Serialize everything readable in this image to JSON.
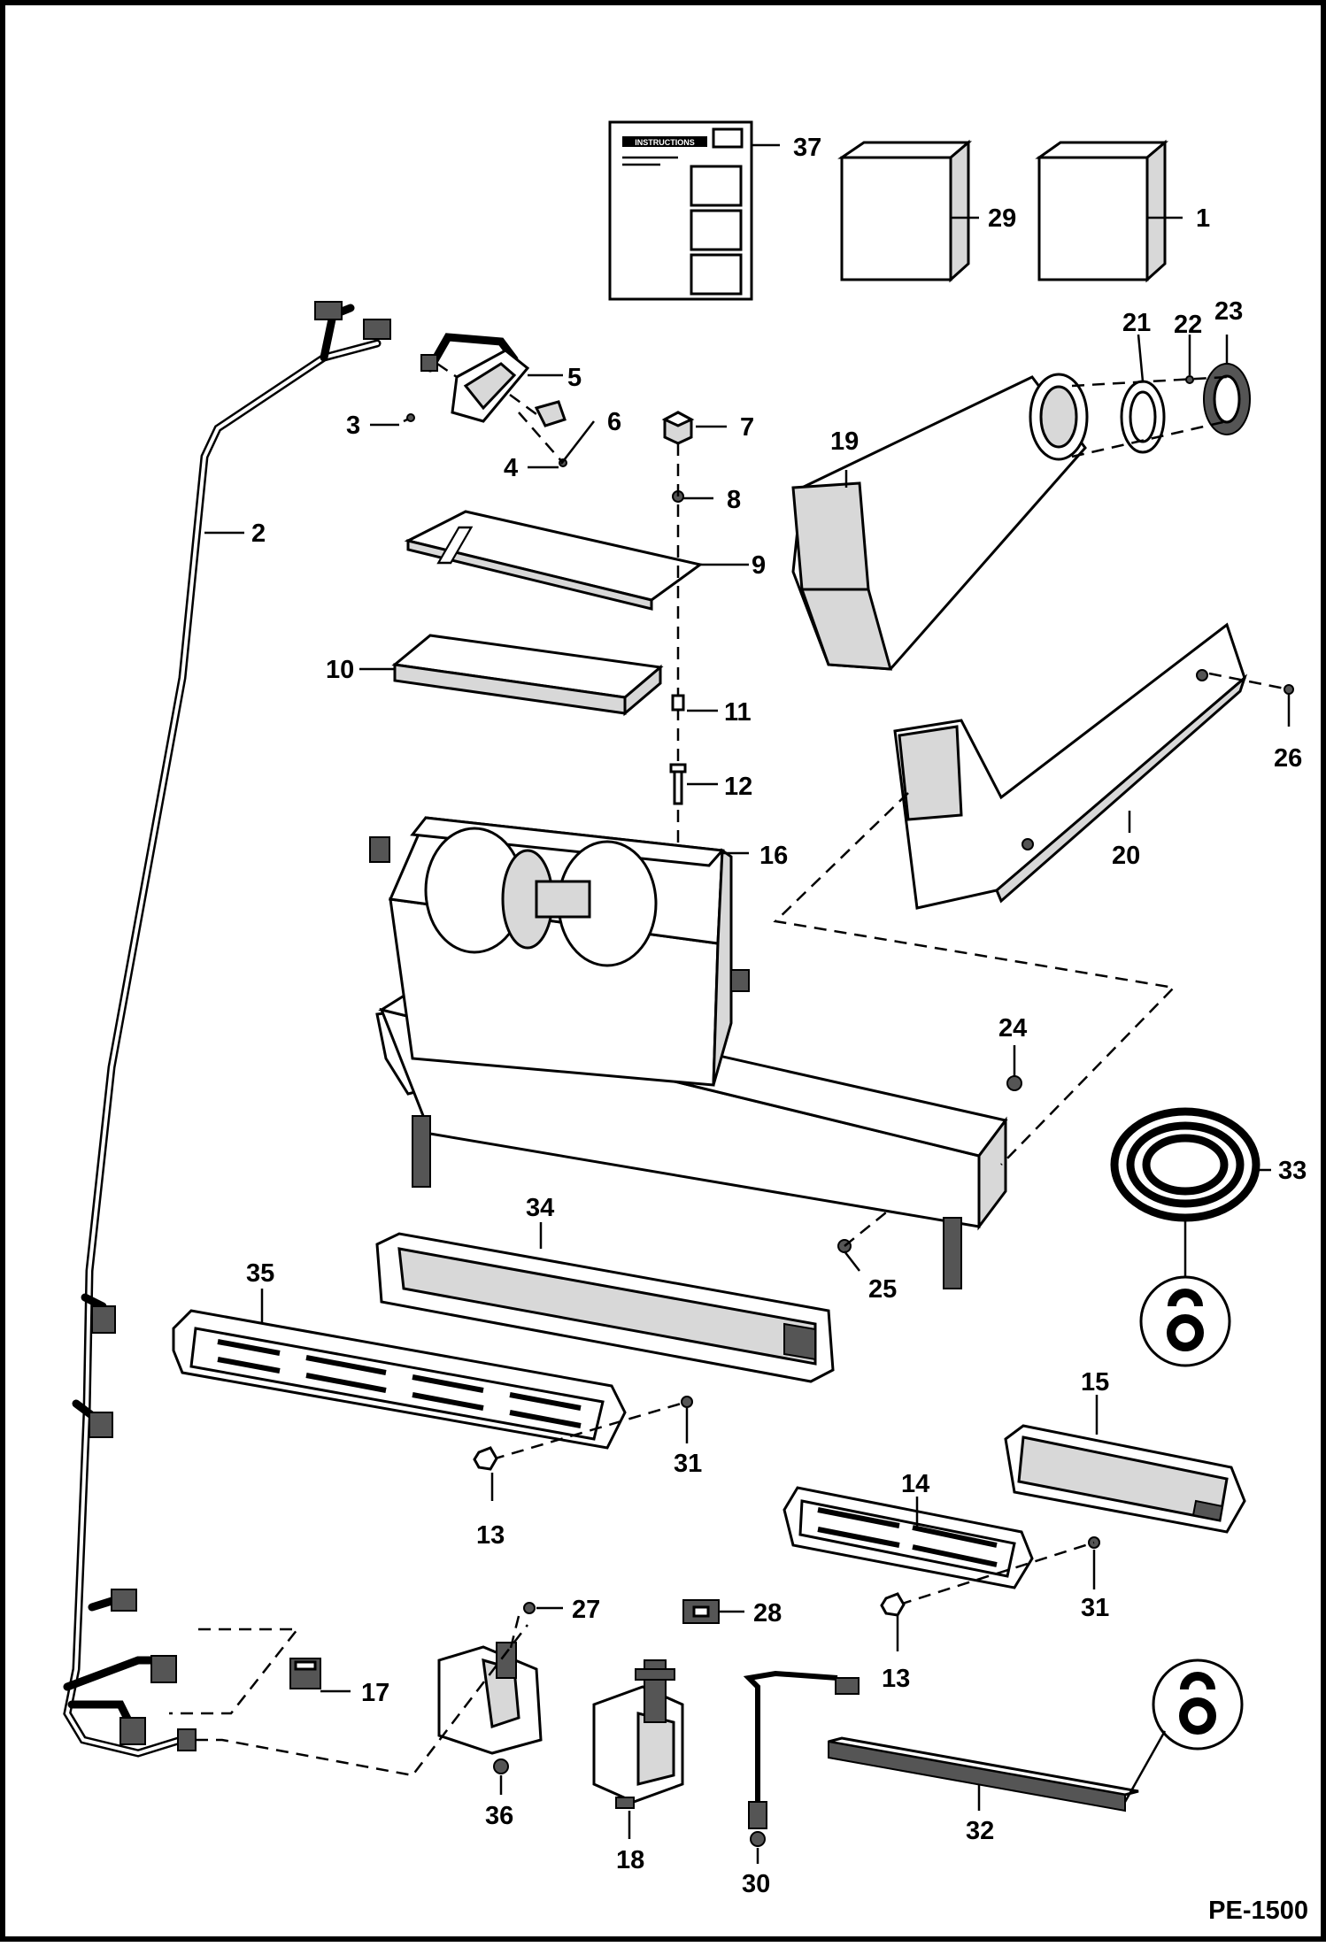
{
  "diagram_code": "PE-1500",
  "instructions_sheet_title": "INSTRUCTIONS",
  "callouts": [
    "1",
    "2",
    "3",
    "4",
    "5",
    "6",
    "7",
    "8",
    "9",
    "10",
    "11",
    "12",
    "13",
    "13",
    "14",
    "15",
    "16",
    "17",
    "18",
    "19",
    "20",
    "21",
    "22",
    "23",
    "24",
    "25",
    "26",
    "27",
    "28",
    "29",
    "30",
    "31",
    "31",
    "32",
    "33",
    "34",
    "35",
    "36",
    "37"
  ]
}
